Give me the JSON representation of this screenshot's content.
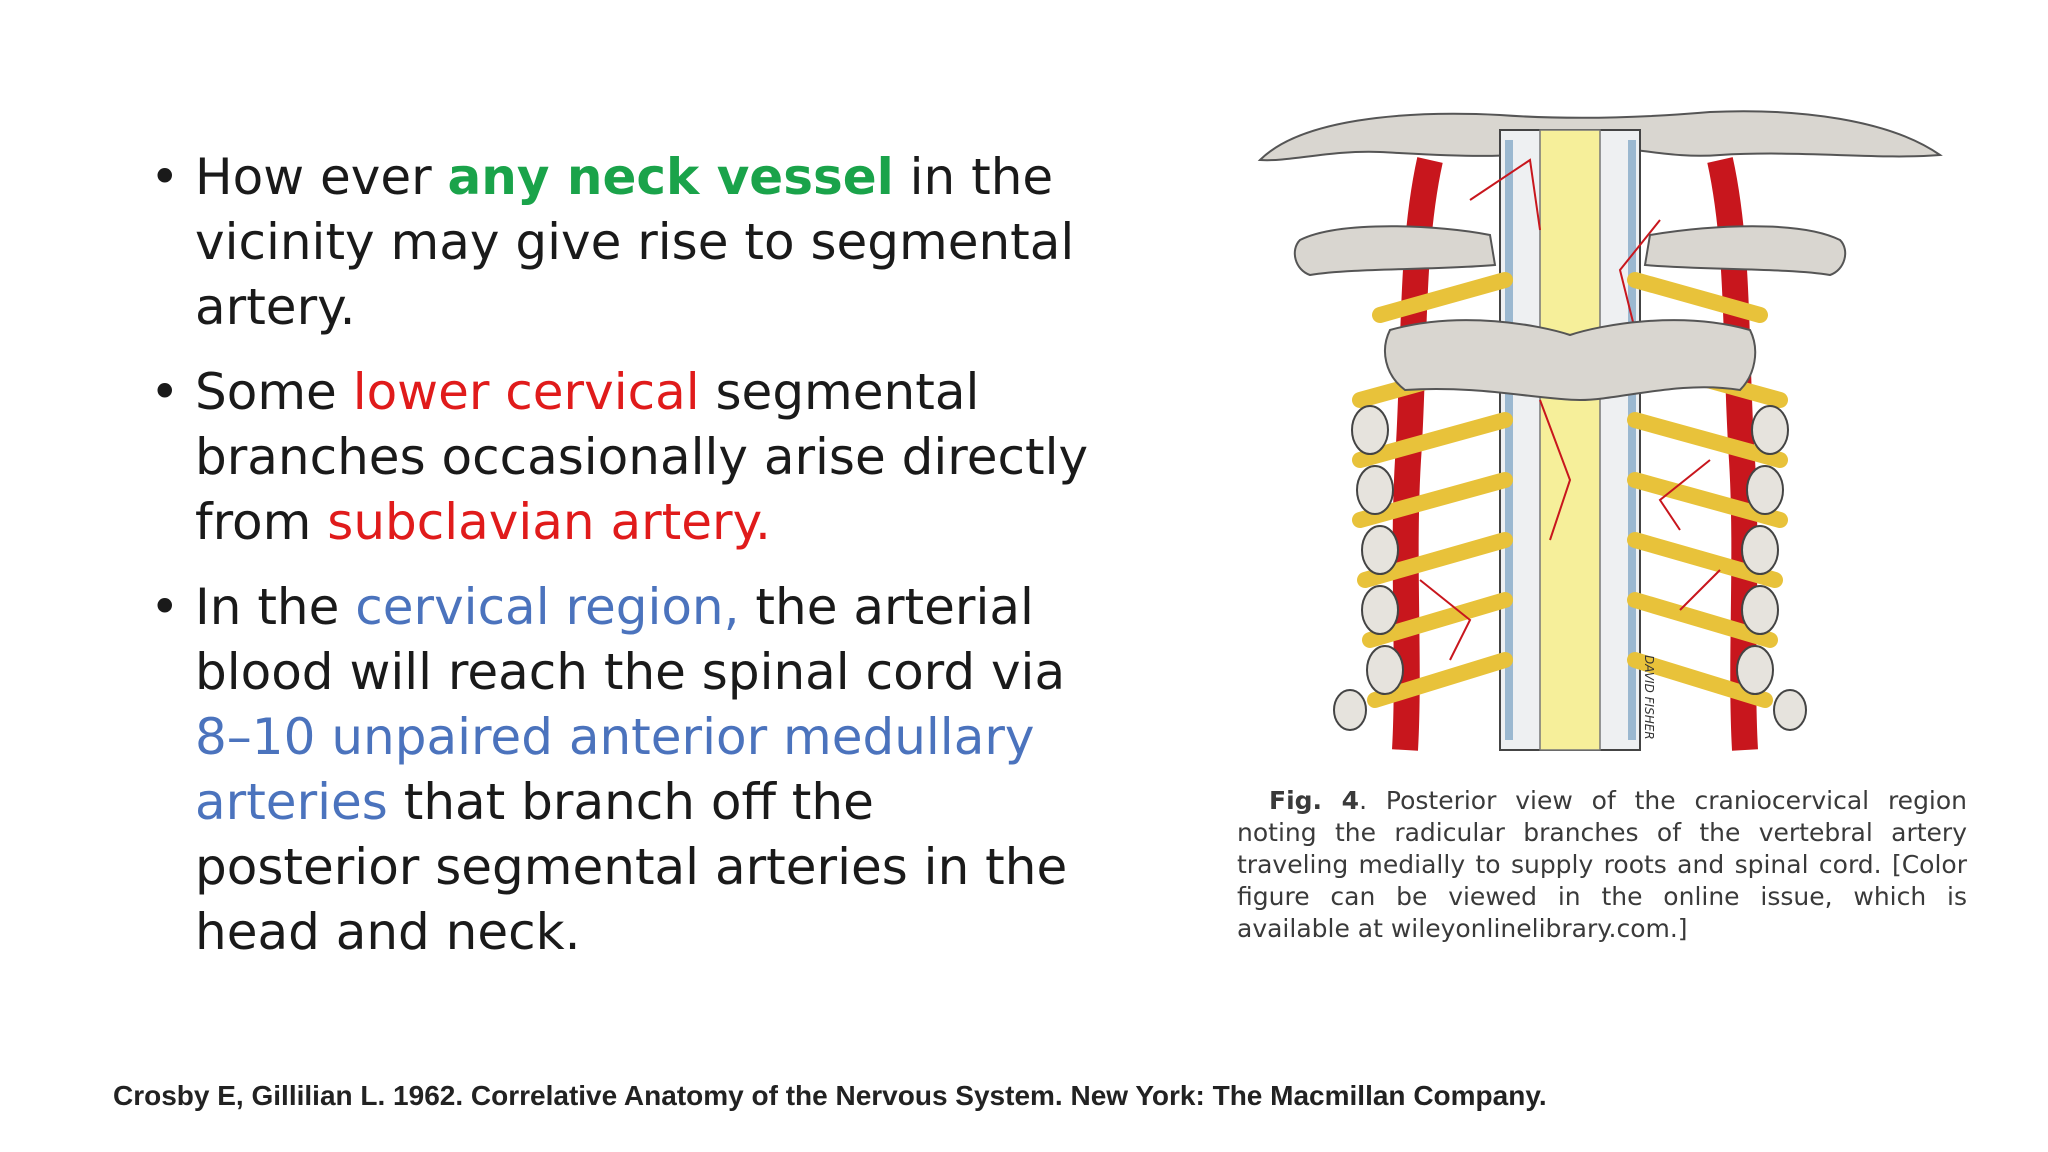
{
  "bullets": [
    {
      "parts": [
        "How ever ",
        "any neck vessel",
        " in the vicinity may give rise to segmental artery."
      ]
    },
    {
      "parts": [
        "Some ",
        "lower cervical",
        " segmental branches occasionally arise directly from ",
        "subclavian artery."
      ]
    },
    {
      "parts": [
        " In the ",
        "cervical region,",
        " the arterial blood will reach the spinal cord via ",
        "8–10 unpaired anterior medullary arteries",
        " that branch off the posterior segmental arteries in the head and neck."
      ]
    }
  ],
  "bullet_symbol": "•",
  "figure": {
    "signature": "DAVID FISHER",
    "caption_label": "Fig. 4",
    "caption_label_dot": ".",
    "caption_text": "Posterior view of the craniocervical region noting the radicular branches of the vertebral artery traveling medially to supply roots and spinal cord. [Color figure can be viewed in the online issue, which is available at wileyonlinelibrary.com.]"
  },
  "citation": "Crosby E, Gillilian L. 1962. Correlative Anatomy of the Nervous System. New York: The Macmillan Company.",
  "colors": {
    "highlight_green": "#1aa34a",
    "highlight_red": "#e01b1b",
    "highlight_blue": "#4b73bd",
    "artery_red": "#c8161d",
    "nerve_yellow": "#e8c23a",
    "bone_gray": "#d9d6d0"
  }
}
